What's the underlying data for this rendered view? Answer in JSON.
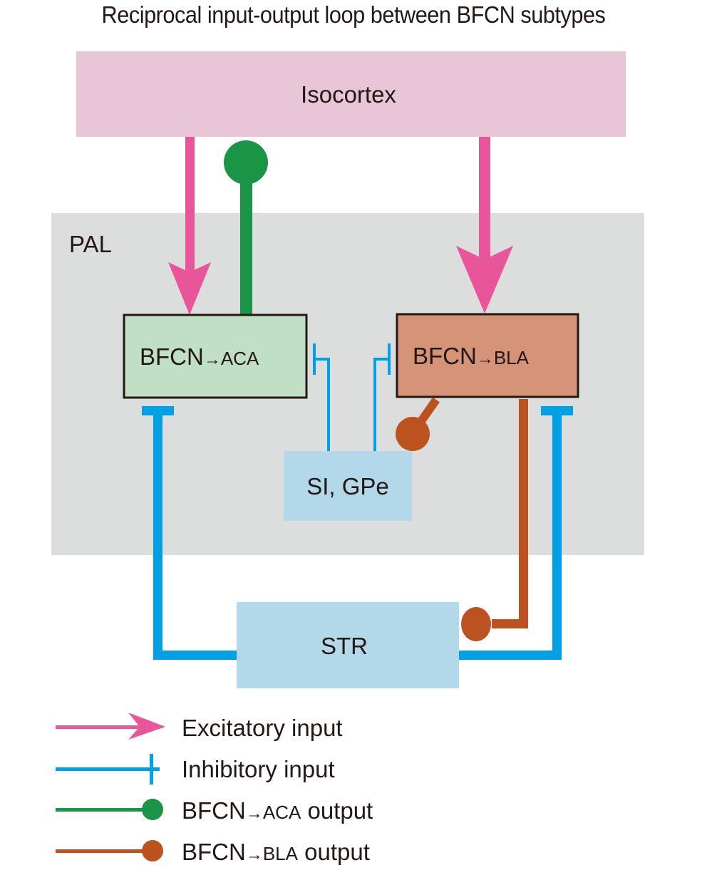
{
  "title": "Reciprocal input-output loop between BFCN subtypes",
  "colors": {
    "excitatory": "#e8559a",
    "inhibitory": "#00a0e6",
    "aca_output": "#1a9545",
    "bla_output": "#bc5220",
    "isocortex_fill": "#e8c6d7",
    "pal_fill": "#dcdddd",
    "aca_fill": "#c1dfc4",
    "bla_fill": "#d59377",
    "si_fill": "#b2d8ea",
    "str_fill": "#b2d8ea"
  },
  "regions": {
    "isocortex": "Isocortex",
    "pal": "PAL",
    "bfcn_aca": {
      "main": "BFCN",
      "arrow": "→",
      "target": "ACA"
    },
    "bfcn_bla": {
      "main": "BFCN",
      "arrow": "→",
      "target": "BLA"
    },
    "si_gpe": "SI, GPe",
    "str": "STR"
  },
  "connections": [
    {
      "from": "Isocortex",
      "to": "BFCN→ACA",
      "type": "excitatory"
    },
    {
      "from": "BFCN→ACA",
      "to": "Isocortex",
      "type": "aca_output"
    },
    {
      "from": "Isocortex",
      "to": "BFCN→BLA",
      "type": "excitatory"
    },
    {
      "from": "SI, GPe",
      "to": "BFCN→ACA",
      "type": "inhibitory"
    },
    {
      "from": "SI, GPe",
      "to": "BFCN→BLA",
      "type": "inhibitory"
    },
    {
      "from": "BFCN→BLA",
      "to": "SI, GPe",
      "type": "bla_output"
    },
    {
      "from": "STR",
      "to": "BFCN→ACA",
      "type": "inhibitory"
    },
    {
      "from": "STR",
      "to": "BFCN→BLA",
      "type": "inhibitory"
    },
    {
      "from": "BFCN→BLA",
      "to": "STR",
      "type": "bla_output"
    }
  ],
  "legend": [
    {
      "key": "excitatory",
      "label": "Excitatory input"
    },
    {
      "key": "inhibitory",
      "label": "Inhibitory input"
    },
    {
      "key": "aca_output",
      "label_main": "BFCN",
      "label_arrow": "→",
      "label_target": "ACA",
      "label_suffix": " output"
    },
    {
      "key": "bla_output",
      "label_main": "BFCN",
      "label_arrow": "→",
      "label_target": "BLA",
      "label_suffix": " output"
    }
  ]
}
